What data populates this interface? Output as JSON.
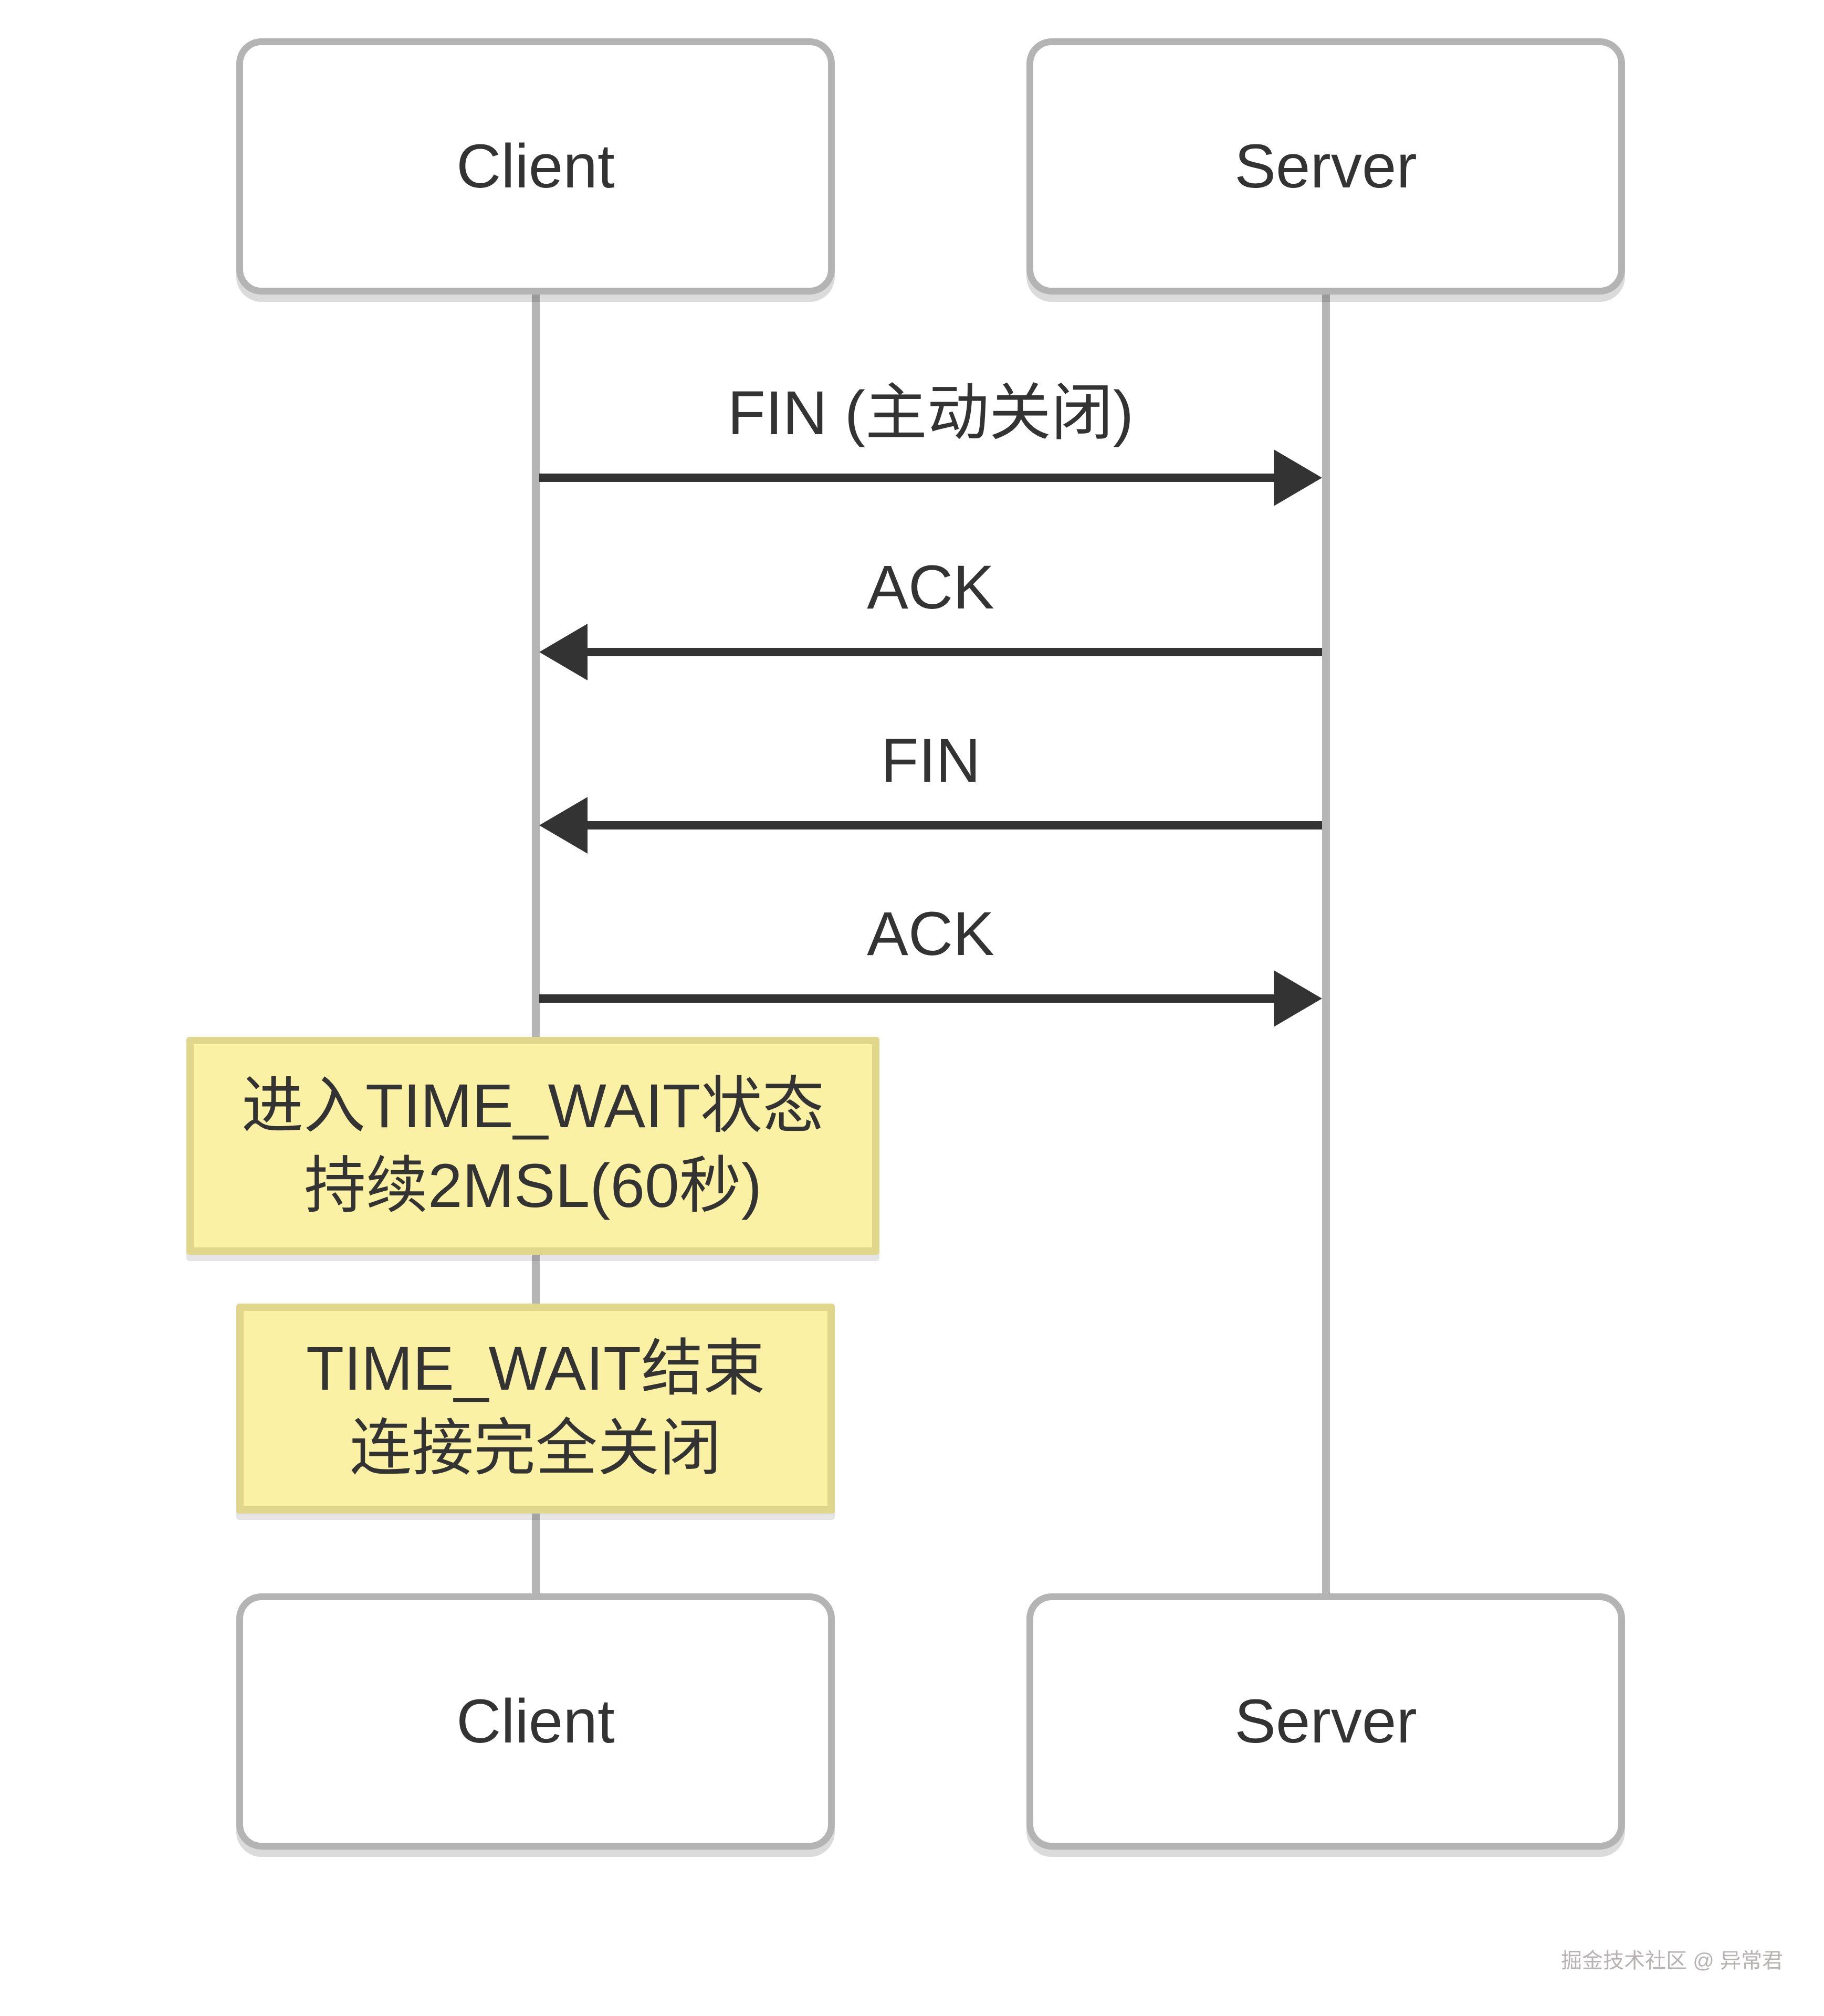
{
  "diagram": {
    "title_semantic": "TCP connection close sequence (four-way handshake with TIME_WAIT)",
    "actors": {
      "client": "Client",
      "server": "Server"
    },
    "messages": [
      {
        "label": "FIN (主动关闭)",
        "from": "client",
        "to": "server"
      },
      {
        "label": "ACK",
        "from": "server",
        "to": "client"
      },
      {
        "label": "FIN",
        "from": "server",
        "to": "client"
      },
      {
        "label": "ACK",
        "from": "client",
        "to": "server"
      }
    ],
    "notes": [
      {
        "lines": [
          "进入TIME_WAIT状态",
          "持续2MSL(60秒)"
        ],
        "side": "client"
      },
      {
        "lines": [
          "TIME_WAIT结束",
          "连接完全关闭"
        ],
        "side": "client"
      }
    ],
    "watermark": "掘金技术社区 @ 异常君",
    "colors": {
      "background": "#ffffff",
      "arrow": "#333333",
      "text": "#333333",
      "lifeline": "#b5b5b5",
      "actor_border": "#b4b4b4",
      "note_fill": "#faf1a5",
      "note_border": "#e0d78d",
      "watermark": "#b7b3b3"
    }
  }
}
